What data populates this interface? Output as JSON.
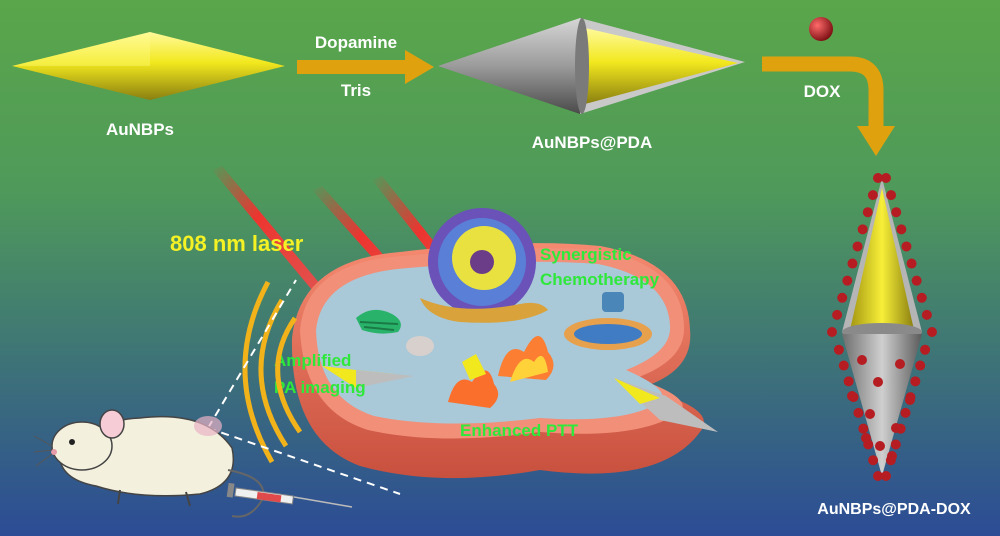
{
  "labels": {
    "aunbps": "AuNBPs",
    "aunbps_pda": "AuNBPs@PDA",
    "aunbps_pda_dox": "AuNBPs@PDA-DOX",
    "dopamine": "Dopamine",
    "tris": "Tris",
    "dox": "DOX",
    "laser": "808 nm laser",
    "synergistic_1": "Synergistic",
    "synergistic_2": "Chemotherapy",
    "amplified_1": "Amplified",
    "amplified_2": "PA imaging",
    "enhanced_ptt": "Enhanced PTT"
  },
  "colors": {
    "bg_top": "#5aa64a",
    "bg_bottom": "#2e4f96",
    "gold": "#f2e81e",
    "gold_dark": "#8a7f10",
    "pda_gray": "#9b9b9b",
    "arrow": "#e0a10e",
    "dox_red": "#b51d22",
    "laser_red": "#ff2a2a",
    "label_yellow": "#f4f125",
    "label_green": "#2ee83a",
    "cell": "#f07a64",
    "cytoplasm": "#a9c8d8",
    "nucleus": "#6a52b8",
    "mouse": "#f3f0dd"
  },
  "icons": [
    "nanobipyramid-icon",
    "pda-coated-nanobipyramid-icon",
    "dox-molecule-icon",
    "cell-icon",
    "mouse-icon",
    "syringe-icon",
    "laser-beam-icon"
  ]
}
